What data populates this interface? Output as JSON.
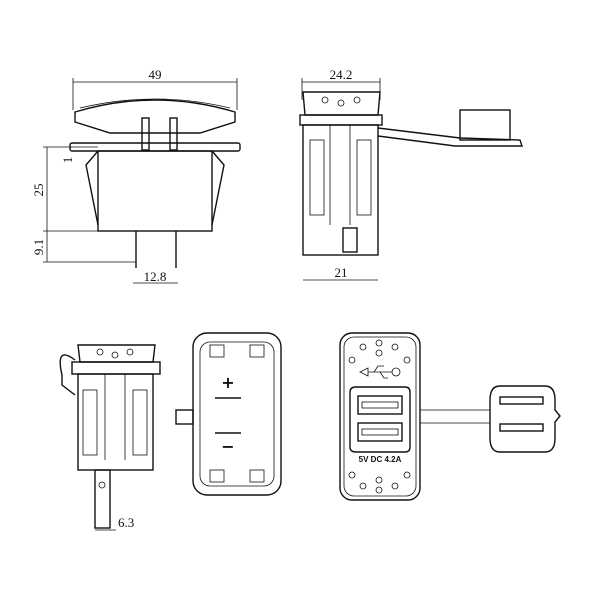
{
  "dimensions": {
    "front_width": "49",
    "side_width": "24.2",
    "flange_thickness": "1",
    "body_height": "25",
    "terminal_length": "9.1",
    "terminal_spacing": "12.8",
    "side_body_width": "21",
    "terminal_width": "6.3"
  },
  "markings": {
    "plus": "+",
    "minus": "−",
    "rating": "5V DC 4.2A"
  },
  "icons": [
    "usb-icon"
  ]
}
